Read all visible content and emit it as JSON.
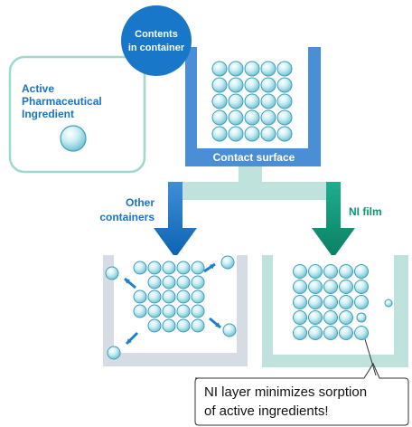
{
  "labels": {
    "contents_line1": "Contents",
    "contents_line2": "in container",
    "api_line1": "Active",
    "api_line2": "Pharmaceutical",
    "api_line3": "Ingredient",
    "contact_surface": "Contact surface",
    "other_line1": "Other",
    "other_line2": "containers",
    "ni_film": "NI film",
    "callout_line1": "NI layer minimizes sorption",
    "callout_line2": "of active ingredients!"
  },
  "colors": {
    "container_blue": "#4a8fd6",
    "dark_blue": "#0b66b3",
    "circle_blue": "#1877c9",
    "api_text": "#1a73c6",
    "teal": "#0e9274",
    "teal_light": "#bfe3dc",
    "gray_panel": "#d6dce3",
    "legend_border": "#9ed8cf",
    "sphere_fill": "#bfe9ef",
    "sphere_stroke": "#3f9fb7"
  },
  "molecule_grids": {
    "container": {
      "rows": 5,
      "cols": 5
    },
    "ni_film": {
      "rows": 5,
      "cols": 5
    }
  }
}
